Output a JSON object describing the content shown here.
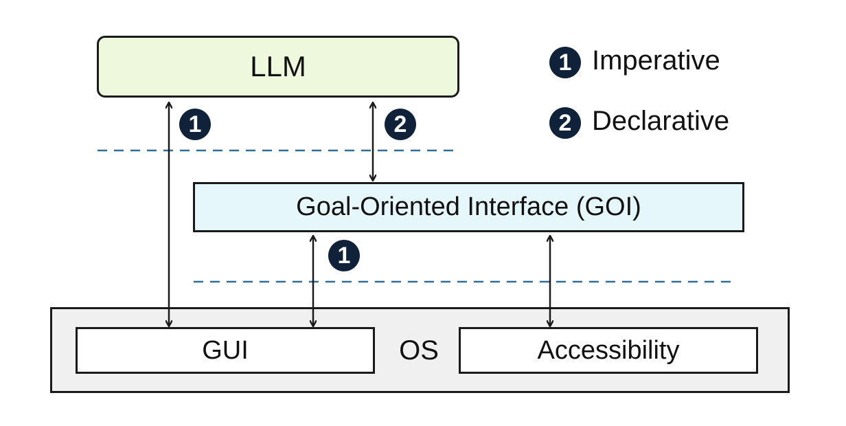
{
  "boxes": {
    "llm": "LLM",
    "goi": "Goal-Oriented Interface (GOI)",
    "os": "OS",
    "gui": "GUI",
    "accessibility": "Accessibility"
  },
  "badges": {
    "one": "1",
    "two": "2"
  },
  "legend": {
    "imperative": "Imperative",
    "declarative": "Declarative"
  },
  "colors": {
    "llm_fill": "#eef8dc",
    "goi_fill": "#e6f7fb",
    "os_fill": "#f0f0f0",
    "badge_fill": "#0f2239",
    "dashed_line": "#2f6f95",
    "arrow": "#1a1a1a"
  }
}
